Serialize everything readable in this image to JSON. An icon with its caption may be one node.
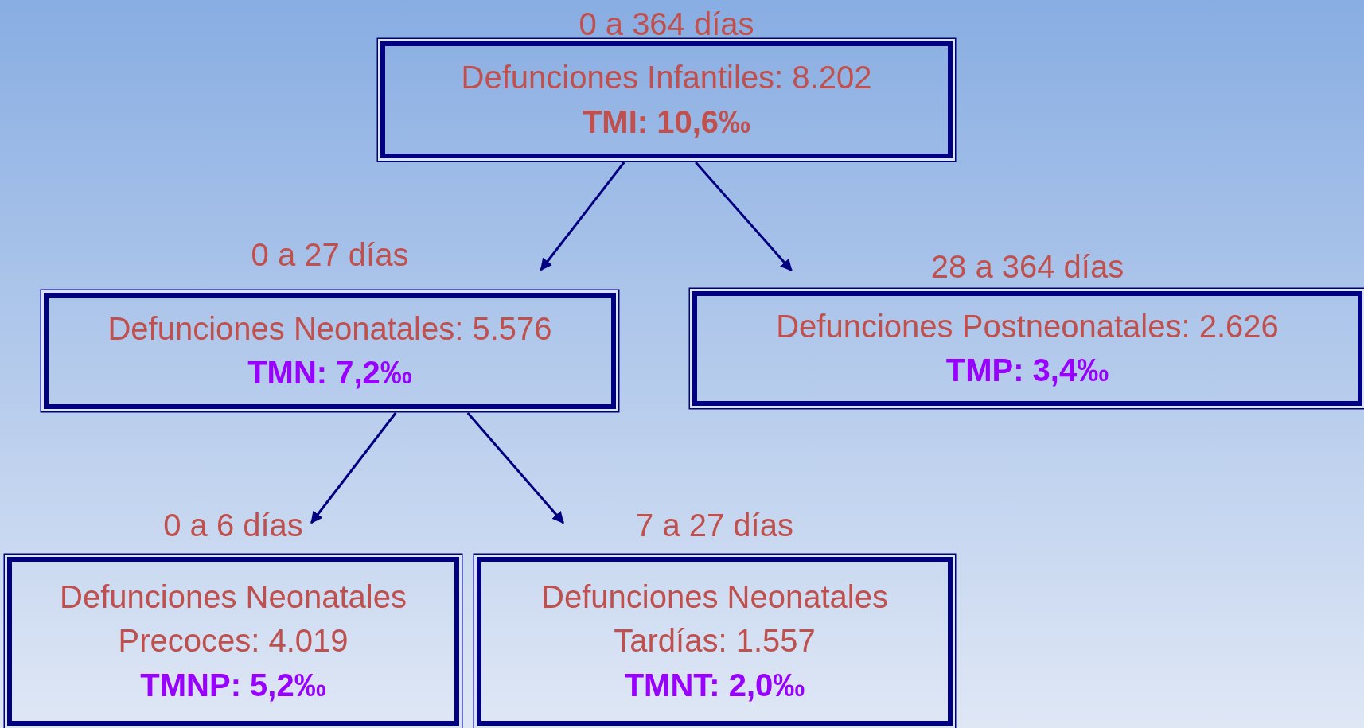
{
  "diagram": {
    "nodes": [
      {
        "text": [
          "0 a 364 días",
          "Defunciones Infantiles: 8.202",
          "TMI: 10,6‰"
        ]
      },
      {
        "text": [
          "0 a 27 días",
          "Defunciones Neonatales: 5.576",
          "TMN: 7,2‰"
        ]
      },
      {
        "text": [
          "28 a 364 días",
          "Defunciones Postneonatales: 2.626",
          "TMP: 3,4‰"
        ]
      },
      {
        "text": [
          "0 a 6 días",
          "Defunciones Neonatales Precoces: 4.019",
          "TMNP: 5,2‰"
        ]
      },
      {
        "text": [
          "7 a 27 días",
          "Defunciones Neonatales Tardías: 1.557",
          "TMNT: 2,0‰"
        ]
      }
    ],
    "edges": [
      {
        "from": 0,
        "to": 1,
        "arrow": "to"
      },
      {
        "from": 0,
        "to": 2,
        "arrow": "to"
      },
      {
        "from": 1,
        "to": 3,
        "arrow": "to"
      },
      {
        "from": 1,
        "to": 4,
        "arrow": "to"
      }
    ]
  }
}
